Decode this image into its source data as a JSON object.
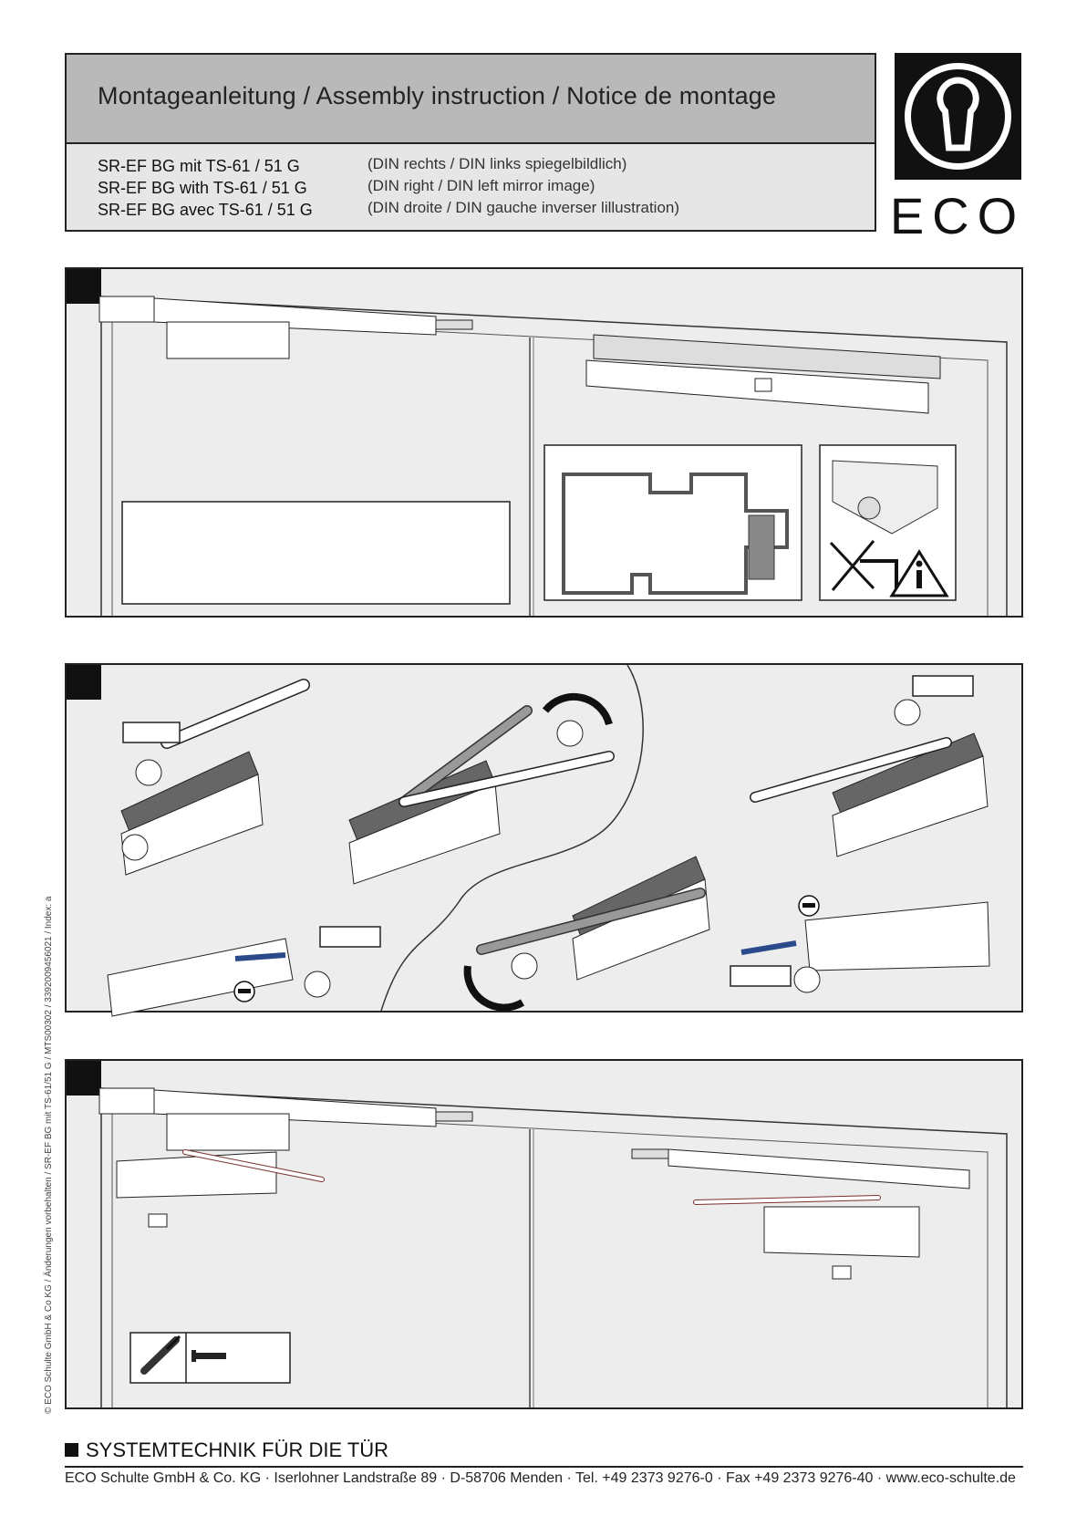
{
  "header": {
    "title": "Montageanleitung / Assembly instruction / Notice de montage",
    "products": [
      {
        "name": "SR-EF BG mit TS-61 / 51 G",
        "note": "(DIN rechts / DIN links spiegelbildlich)"
      },
      {
        "name": "SR-EF BG with TS-61 / 51 G",
        "note": "(DIN right / DIN left mirror image)"
      },
      {
        "name": "SR-EF BG avec TS-61 / 51 G",
        "note": "(DIN droite / DIN gauche inverser lillustration)"
      }
    ]
  },
  "logo": {
    "text": "ECO",
    "icon": "lock-cylinder-logo-icon"
  },
  "icons": {
    "warning": "warning-info-icon",
    "screwdriver": "screwdriver-icon",
    "screw": "screw-icon",
    "allen_key": "allen-key-icon",
    "minus": "minus-icon",
    "rotate_arrow": "curved-arrow-icon"
  },
  "footer": {
    "title": "SYSTEMTECHNIK FÜR DIE TÜR",
    "address": "ECO Schulte GmbH & Co. KG · Iserlohner Landstraße 89 · D-58706 Menden · Tel. +49 2373 9276-0 · Fax +49 2373 9276-40 · www.eco-schulte.de"
  },
  "side_text": "© ECO Schulte GmbH & Co KG / Änderungen vorbehalten / SR-EF BG mit TS-61/51 G / MTS00302 / 3392009456021 / Index: a"
}
